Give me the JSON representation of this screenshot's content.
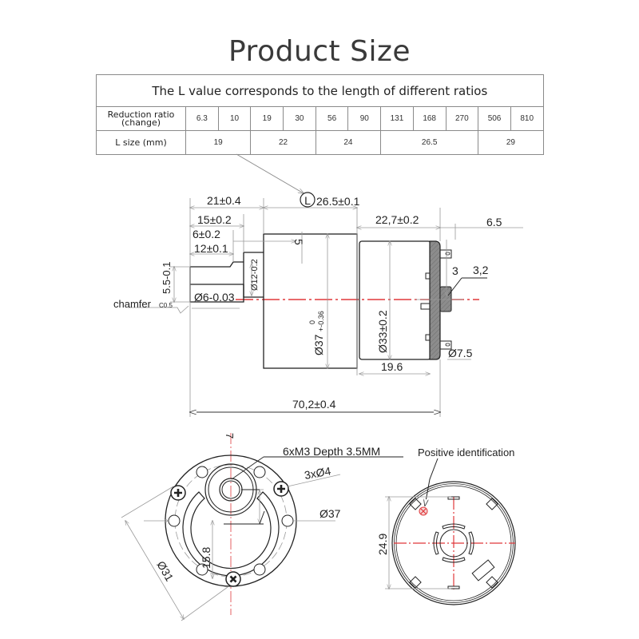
{
  "title": "Product Size",
  "table": {
    "caption": "The L value corresponds to the length of different ratios",
    "ratio_label_line1": "Reduction ratio",
    "ratio_label_line2": "(change)",
    "ratios": [
      "6.3",
      "10",
      "19",
      "30",
      "56",
      "90",
      "131",
      "168",
      "270",
      "506",
      "810"
    ],
    "lsize_label": "L size (mm)",
    "lsizes": [
      {
        "value": "19",
        "span": 2
      },
      {
        "value": "22",
        "span": 2
      },
      {
        "value": "24",
        "span": 2
      },
      {
        "value": "26.5",
        "span": 3
      },
      {
        "value": "29",
        "span": 2
      }
    ]
  },
  "side_view": {
    "L_symbol": "L",
    "L_dim": "26.5±0.1",
    "dim_21": "21±0.4",
    "dim_15": "15±0.2",
    "dim_6": "6±0.2",
    "dim_12": "12±0.1",
    "dim_5": "5",
    "dim_5_5": "5.5-0.1",
    "dim_d12": "Ø12-0.2",
    "dim_d6": "Ø6-0.03",
    "chamfer": "chamfer",
    "chamfer_spec": "C0.5",
    "dim_d37": "Ø37",
    "dim_d37_tol_upper": "0",
    "dim_d37_tol_lower": "+-0.36",
    "dim_22_7": "22,7±0.2",
    "dim_6_5": "6.5",
    "dim_3": "3",
    "dim_3_2": "3,2",
    "dim_d33": "Ø33±0.2",
    "dim_d7_5": "Ø7.5",
    "dim_19_6": "19.6",
    "dim_total": "70,2±0.4"
  },
  "front_view": {
    "dim_7": "7",
    "thread_note": "6xM3 Depth 3.5MM",
    "holes_note": "3xØ4",
    "dim_d37": "Ø37",
    "dim_15_8": "15.8",
    "dim_d31": "Ø31"
  },
  "rear_view": {
    "positive_label": "Positive identification",
    "dim_24_9": "24.9"
  },
  "colors": {
    "centerline": "#e0383b",
    "line": "#222222",
    "dim_line": "#9a9a9a",
    "endcap_fill": "#8c8c8c",
    "table_border": "#8a8a8a"
  }
}
